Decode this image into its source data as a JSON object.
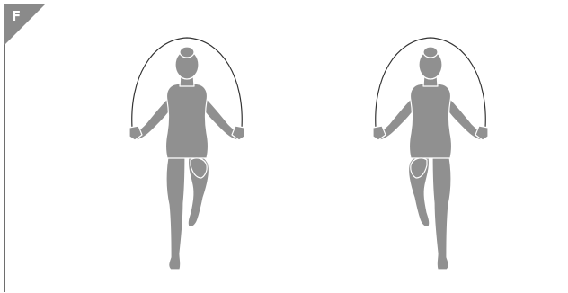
{
  "panel": {
    "label": "F"
  },
  "colors": {
    "figure_fill": "#909090",
    "outline": "#ffffff",
    "rope": "#333333",
    "border": "#6e6e6e",
    "corner_fill": "#8a8a8a"
  },
  "figures": [
    {
      "name": "jump-rope-figure-left-leg-raised",
      "raised_leg": "left"
    },
    {
      "name": "jump-rope-figure-right-leg-raised",
      "raised_leg": "right"
    }
  ]
}
